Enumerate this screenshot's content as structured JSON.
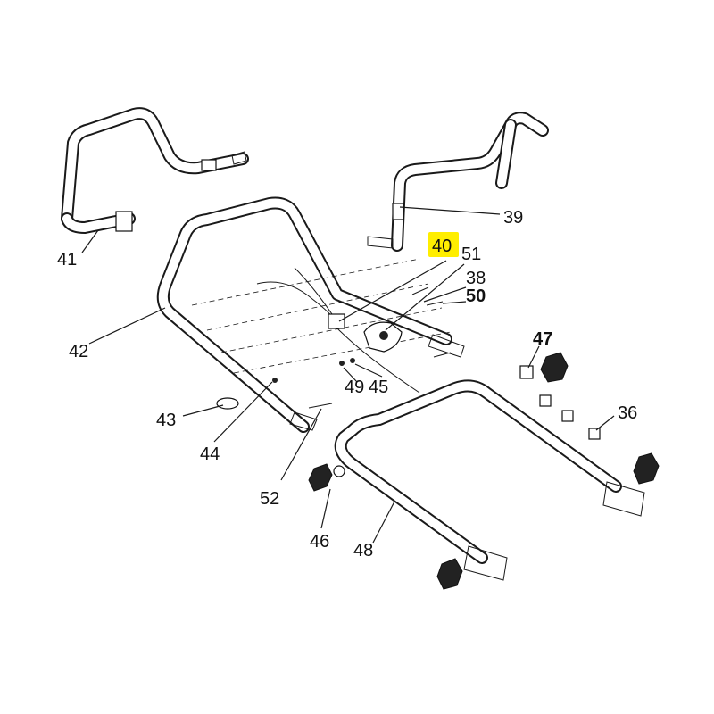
{
  "highlight_color": "#ffee00",
  "line_color": "#1a1a1a",
  "labels": {
    "p41": "41",
    "p39": "39",
    "p40": "40",
    "p51": "51",
    "p38": "38",
    "p50": "50",
    "p42": "42",
    "p47": "47",
    "p49": "49",
    "p45": "45",
    "p36": "36",
    "p43": "43",
    "p44": "44",
    "p52": "52",
    "p46": "46",
    "p48": "48"
  }
}
